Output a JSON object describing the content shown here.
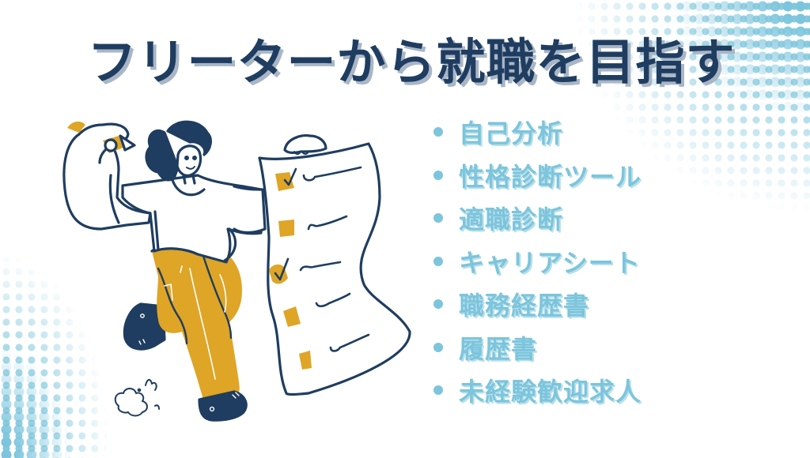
{
  "title": "フリーターから就職を目指す",
  "colors": {
    "title_fill": "#1f3d60",
    "title_shadow": "#a9b6c6",
    "accent_blue": "#7cc5dc",
    "mustard": "#dea526",
    "navy": "#1f3d60"
  },
  "checklist": {
    "items": [
      {
        "label": "自己分析"
      },
      {
        "label": "性格診断ツール"
      },
      {
        "label": "適職診断"
      },
      {
        "label": "キャリアシート"
      },
      {
        "label": "職務経歴書"
      },
      {
        "label": "履歴書"
      },
      {
        "label": "未経験歓迎求人"
      }
    ]
  },
  "illustration": {
    "subject": "woman holding a long checklist paper with a pencil",
    "checklist_boxes": [
      {
        "checked": true
      },
      {
        "checked": false
      },
      {
        "checked": true
      },
      {
        "checked": false
      },
      {
        "checked": false
      }
    ]
  }
}
